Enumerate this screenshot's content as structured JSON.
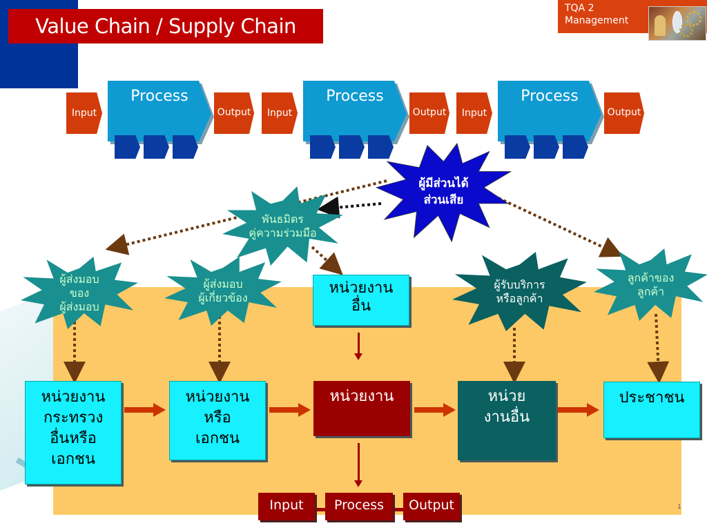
{
  "header": {
    "title": "Value Chain / Supply Chain",
    "brand_line1": "TQA 2",
    "brand_line2": "Management",
    "brand_image": "magnifier-gears-illustration"
  },
  "process_chain": [
    {
      "input": "Input",
      "process": "Process",
      "output": "Output",
      "sub_steps": 3
    },
    {
      "input": "Input",
      "process": "Process",
      "output": "Output",
      "sub_steps": 3
    },
    {
      "input": "Input",
      "process": "Process",
      "output": "Output",
      "sub_steps": 3
    }
  ],
  "stakeholders": {
    "main": {
      "line1": "ผู้มีส่วนได้",
      "line2": "ส่วนเสีย",
      "color": "#0000cc"
    },
    "partner": {
      "line1": "พันธมิตร",
      "line2": "คู่ความร่วมมือ",
      "color": "#1a8f8f"
    },
    "supplier_of_supplier": {
      "line1": "ผู้ส่งมอบ",
      "line2": "ของ",
      "line3": "ผู้ส่งมอบ",
      "color": "#1a8f8f"
    },
    "supplier_related": {
      "line1": "ผู้ส่งมอบ",
      "line2": "ผู้เกี่ยวข้อง",
      "color": "#1a8f8f"
    },
    "service_recipient": {
      "line1": "ผู้รับบริการ",
      "line2": "หรือลูกค้า",
      "color": "#0b6060"
    },
    "customer_of_customer": {
      "line1": "ลูกค้าของ",
      "line2": "ลูกค้า",
      "color": "#1a8f8f"
    }
  },
  "other_unit_top": {
    "line1": "หน่วยงาน",
    "line2": "อื่น"
  },
  "flow_boxes": [
    {
      "lines": [
        "หน่วยงาน",
        "กระทรวง",
        "อื่นหรือ",
        "เอกชน"
      ],
      "color": "#17f0ff"
    },
    {
      "lines": [
        "หน่วยงาน",
        "หรือ",
        "เอกชน"
      ],
      "color": "#17f0ff"
    },
    {
      "lines": [
        "หน่วยงาน"
      ],
      "color": "#9a0000"
    },
    {
      "lines": [
        "หน่วย",
        "งานอื่น"
      ],
      "color": "#0b6060"
    },
    {
      "lines": [
        "ประชาชน"
      ],
      "color": "#17f0ff"
    }
  ],
  "bottom_iop": {
    "input": "Input",
    "process": "Process",
    "output": "Output"
  },
  "colors": {
    "title_bg": "#c00000",
    "brand_bg": "#d9420f",
    "chip": "#d23c0a",
    "process": "#0f9ad2",
    "sub_step": "#0a3ba0",
    "panel": "#fdc966",
    "dotted_line": "#6b3a10"
  },
  "page_number": "1"
}
